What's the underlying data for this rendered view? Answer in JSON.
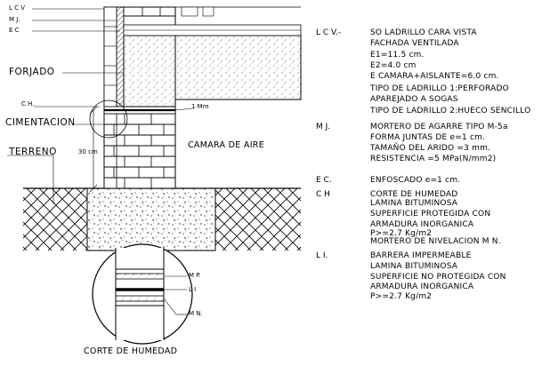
{
  "labels": {
    "lcv": "L C V",
    "mj": "M J.",
    "ec": "E C",
    "forjado": "FORJADO",
    "ch": "C H.",
    "cimentacion": "CIMENTACION",
    "terreno": "TERRENO",
    "dim_30cm": "30 cm",
    "dim_1mm": "1 Mm",
    "camara": "CAMARA DE AIRE",
    "mp": "M P.",
    "li": "L I",
    "mn": "M N.",
    "corte": "CORTE DE HUMEDAD"
  },
  "legend": [
    {
      "code": "L C V.-",
      "lines": [
        "SO LADRILLO CARA VISTA",
        "FACHADA VENTILADA",
        "E1=11.5 cm.",
        "E2=4.0 cm",
        "E CAMARA+AISLANTE=6.0 cm.",
        "TIPO DE LADRILLO 1:PERFORADO",
        "APAREJADO A SOGAS",
        "TIPO DE LADRILLO 2:HUECO SENCILLO"
      ]
    },
    {
      "code": "M J.",
      "lines": [
        "MORTERO DE AGARRE TIPO M-5a",
        "FORMA JUNTAS DE e=1 cm.",
        "TAMAÑO DEL ARIDO =3 mm.",
        "RESISTENCIA =5 MPa(N/mm2)"
      ]
    },
    {
      "code": "E C.",
      "lines": [
        "ENFOSCADO e=1 cm."
      ]
    },
    {
      "code": "C H",
      "lines": [
        "CORTE DE HUMEDAD",
        "LAMINA BITUMINOSA",
        "SUPERFICIE  PROTEGIDA CON",
        "ARMADURA INORGANICA",
        "P>=2.7 Kg/m2",
        "MORTERO DE NIVELACION M N."
      ]
    },
    {
      "code": "L I.",
      "lines": [
        "BARRERA IMPERMEABLE",
        "LAMINA BITUMINOSA",
        "SUPERFICIE NO PROTEGIDA CON",
        "ARMADURA INORGANICA",
        "P>=2.7 Kg/m2"
      ]
    }
  ]
}
